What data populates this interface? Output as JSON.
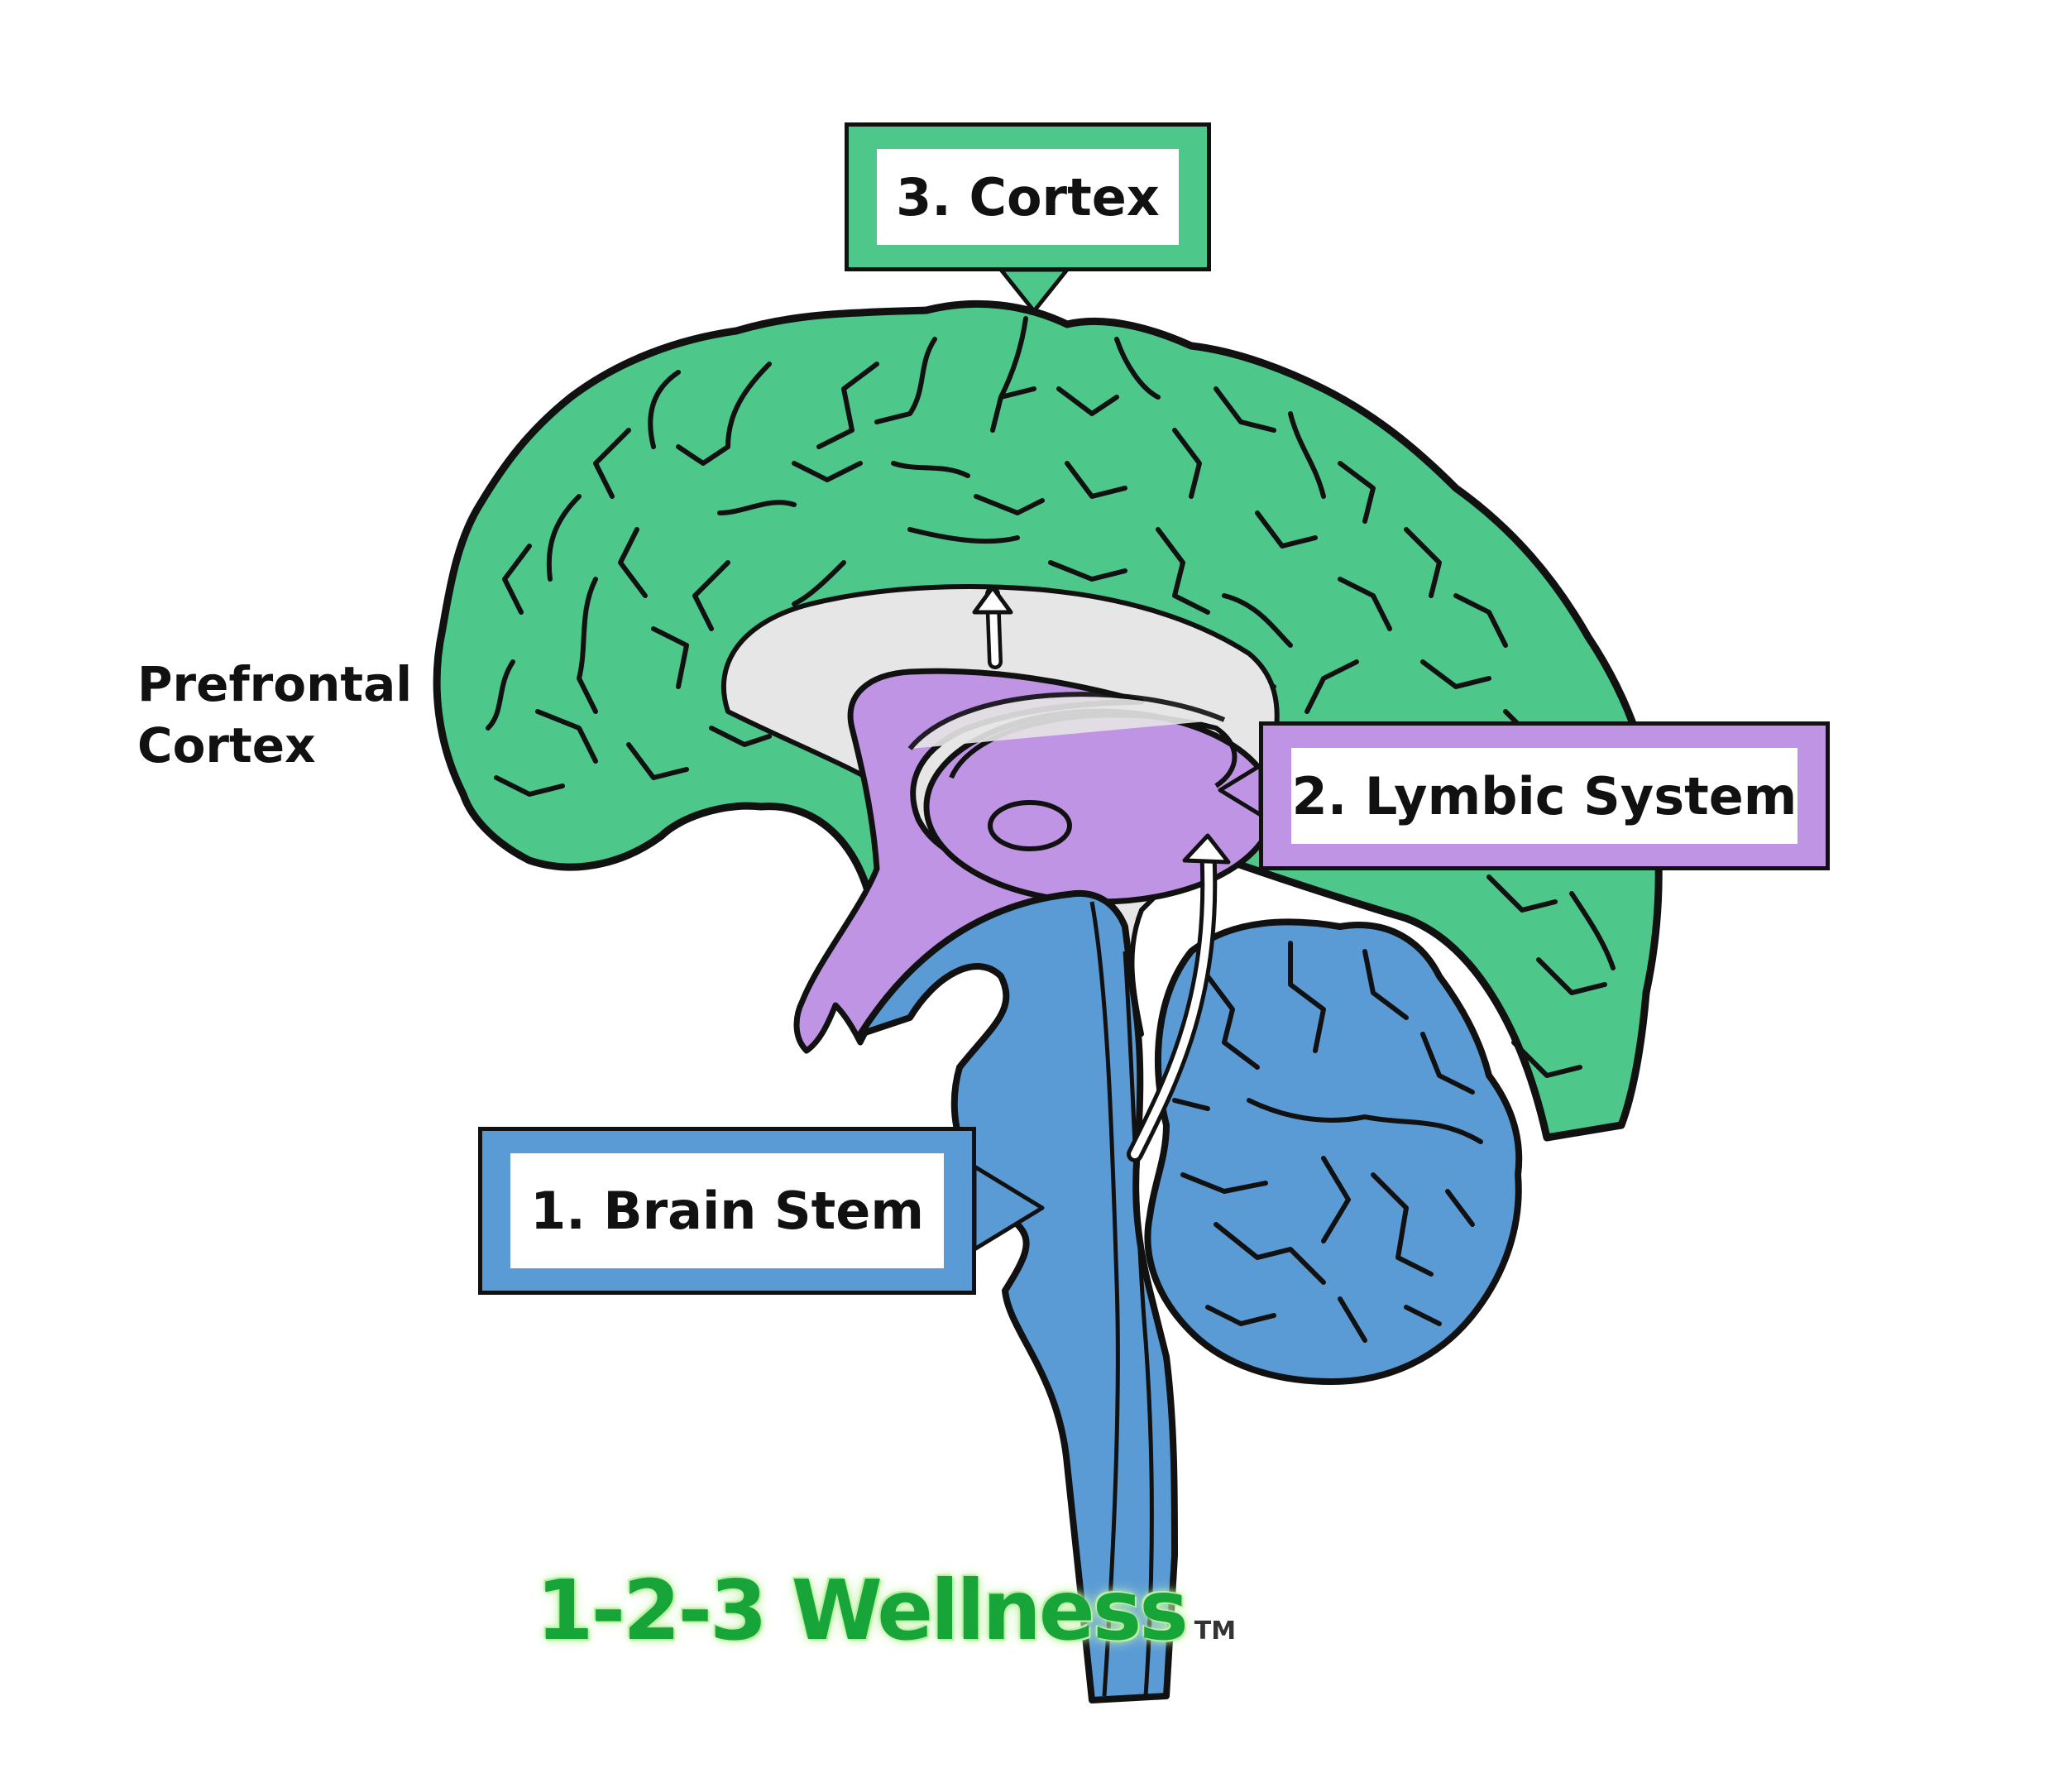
{
  "labels": {
    "cortex": "3. Cortex",
    "lymbic_system": "2. Lymbic System",
    "brain_stem": "1. Brain Stem",
    "prefrontal_line1": "Prefrontal",
    "prefrontal_line2": "Cortex"
  },
  "brand": {
    "name": "1-2-3 Wellness",
    "trademark": "TM"
  },
  "colors": {
    "cortex": "#4ec78a",
    "lymbic_system": "#bf94e4",
    "brain_stem": "#5b9bd5",
    "ventricle": "#e6e6e6",
    "outline": "#111111",
    "brand_green": "#17a53a"
  }
}
